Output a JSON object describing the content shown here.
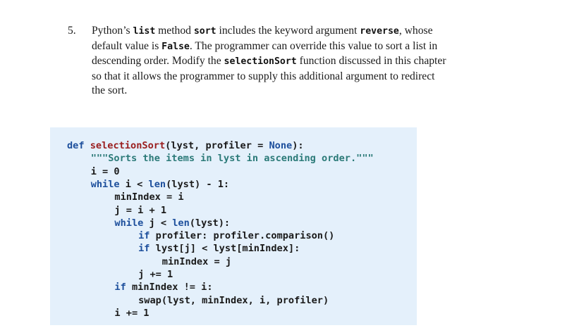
{
  "exercise": {
    "number": "5.",
    "lines": [
      [
        "Python’s ",
        {
          "code": "list"
        },
        " method ",
        {
          "code": "sort"
        },
        " includes the keyword argument ",
        {
          "code": "reverse"
        },
        ", whose"
      ],
      [
        "default value is ",
        {
          "code": "False"
        },
        ". The programmer can override this value to sort a list in"
      ],
      [
        "descending order. Modify the ",
        {
          "code": "selectionSort"
        },
        " function discussed in this chapter"
      ],
      [
        "so that it allows the programmer to supply this additional argument to redirect"
      ],
      [
        "the sort."
      ]
    ]
  },
  "code": {
    "background": "#e4f0fb",
    "lines": [
      {
        "indent": 0,
        "tokens": [
          [
            "kw",
            "def "
          ],
          [
            "fn",
            "selectionSort"
          ],
          [
            "",
            "(lyst, profiler = "
          ],
          [
            "kw",
            "None"
          ],
          [
            "",
            "):"
          ]
        ]
      },
      {
        "indent": 1,
        "tokens": [
          [
            "str",
            "\"\"\"Sorts the items in lyst in ascending order.\"\"\""
          ]
        ]
      },
      {
        "indent": 1,
        "tokens": [
          [
            "",
            "i = 0"
          ]
        ]
      },
      {
        "indent": 1,
        "tokens": [
          [
            "kw",
            "while"
          ],
          [
            "",
            " i < "
          ],
          [
            "kw",
            "len"
          ],
          [
            "",
            "(lyst) - 1:"
          ]
        ]
      },
      {
        "indent": 2,
        "tokens": [
          [
            "",
            "minIndex = i"
          ]
        ]
      },
      {
        "indent": 2,
        "tokens": [
          [
            "",
            "j = i + 1"
          ]
        ]
      },
      {
        "indent": 2,
        "tokens": [
          [
            "kw",
            "while"
          ],
          [
            "",
            " j < "
          ],
          [
            "kw",
            "len"
          ],
          [
            "",
            "(lyst):"
          ]
        ]
      },
      {
        "indent": 3,
        "tokens": [
          [
            "kw",
            "if"
          ],
          [
            "",
            " profiler: profiler.comparison()"
          ]
        ]
      },
      {
        "indent": 3,
        "tokens": [
          [
            "kw",
            "if"
          ],
          [
            "",
            " lyst[j] < lyst[minIndex]:"
          ]
        ]
      },
      {
        "indent": 4,
        "tokens": [
          [
            "",
            "minIndex = j"
          ]
        ]
      },
      {
        "indent": 3,
        "tokens": [
          [
            "",
            "j += 1"
          ]
        ]
      },
      {
        "indent": 2,
        "tokens": [
          [
            "kw",
            "if"
          ],
          [
            "",
            " minIndex != i:"
          ]
        ]
      },
      {
        "indent": 3,
        "tokens": [
          [
            "",
            "swap(lyst, minIndex, i, profiler)"
          ]
        ]
      },
      {
        "indent": 2,
        "tokens": [
          [
            "",
            "i += 1"
          ]
        ]
      }
    ]
  }
}
